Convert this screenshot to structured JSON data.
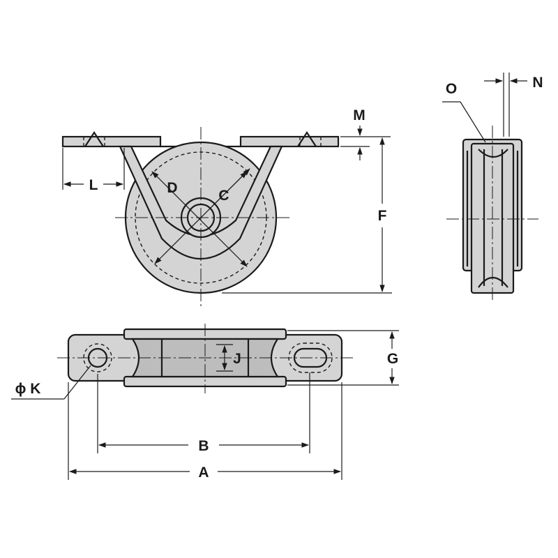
{
  "diagram": {
    "labels": {
      "A": "A",
      "B": "B",
      "C": "C",
      "D": "D",
      "F": "F",
      "G": "G",
      "J": "J",
      "K": "ϕ K",
      "L": "L",
      "M": "M",
      "N": "N",
      "O": "O"
    },
    "colors": {
      "line": "#1a1a1a",
      "fill": "#d4d4d4",
      "background": "#ffffff"
    }
  }
}
